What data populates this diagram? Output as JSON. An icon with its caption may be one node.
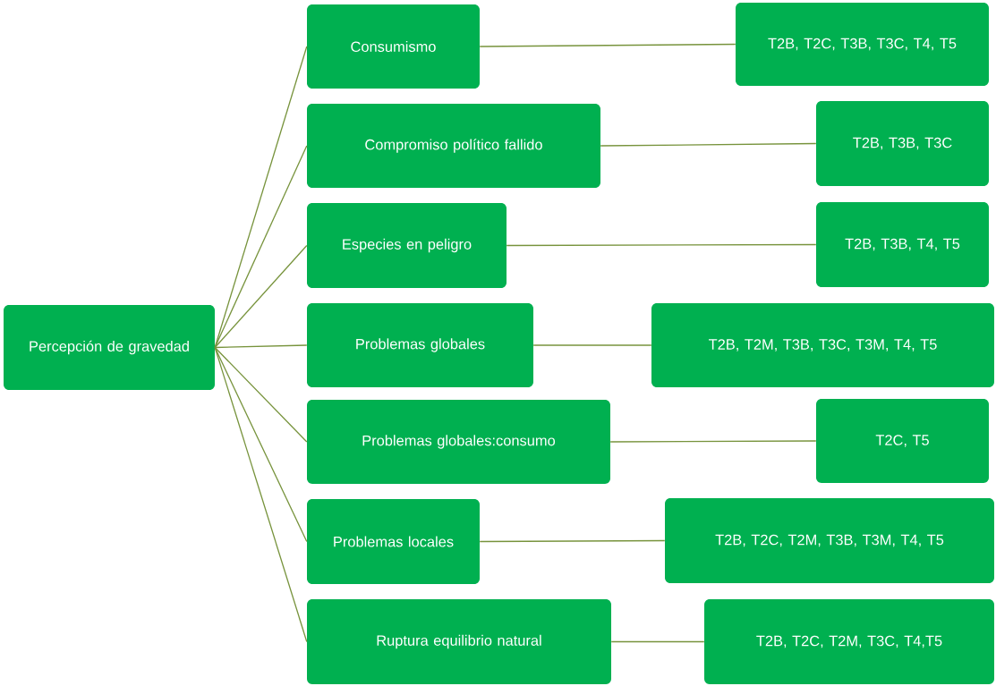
{
  "diagram": {
    "nodes": [
      {
        "text": [
          "Percepción de gravedad"
        ]
      },
      {
        "text": [
          "Consumismo"
        ]
      },
      {
        "text": [
          "T2B, T2C, T3B, T3C, T4, T5"
        ]
      },
      {
        "text": [
          "Compromiso político fallido"
        ]
      },
      {
        "text": [
          "T2B, T3B, T3C"
        ]
      },
      {
        "text": [
          "Especies en peligro"
        ]
      },
      {
        "text": [
          "T2B, T3B, T4, T5"
        ]
      },
      {
        "text": [
          "Problemas globales"
        ]
      },
      {
        "text": [
          "T2B, T2M, T3B, T3C, T3M, T4, T5"
        ]
      },
      {
        "text": [
          "Problemas globales:consumo"
        ]
      },
      {
        "text": [
          "T2C, T5"
        ]
      },
      {
        "text": [
          "Problemas locales"
        ]
      },
      {
        "text": [
          "T2B, T2C, T2M, T3B, T3M, T4, T5"
        ]
      },
      {
        "text": [
          "Ruptura equilibrio natural"
        ]
      },
      {
        "text": [
          "T2B, T2C, T2M, T3C, T4,T5"
        ]
      }
    ],
    "edges": [
      {
        "from": 0,
        "to": 1,
        "arrow": "none"
      },
      {
        "from": 0,
        "to": 3,
        "arrow": "none"
      },
      {
        "from": 0,
        "to": 5,
        "arrow": "none"
      },
      {
        "from": 0,
        "to": 7,
        "arrow": "none"
      },
      {
        "from": 0,
        "to": 9,
        "arrow": "none"
      },
      {
        "from": 0,
        "to": 11,
        "arrow": "none"
      },
      {
        "from": 0,
        "to": 13,
        "arrow": "none"
      },
      {
        "from": 1,
        "to": 2,
        "arrow": "none"
      },
      {
        "from": 3,
        "to": 4,
        "arrow": "none"
      },
      {
        "from": 5,
        "to": 6,
        "arrow": "none"
      },
      {
        "from": 7,
        "to": 8,
        "arrow": "none"
      },
      {
        "from": 9,
        "to": 10,
        "arrow": "none"
      },
      {
        "from": 11,
        "to": 12,
        "arrow": "none"
      },
      {
        "from": 13,
        "to": 14,
        "arrow": "none"
      }
    ]
  }
}
